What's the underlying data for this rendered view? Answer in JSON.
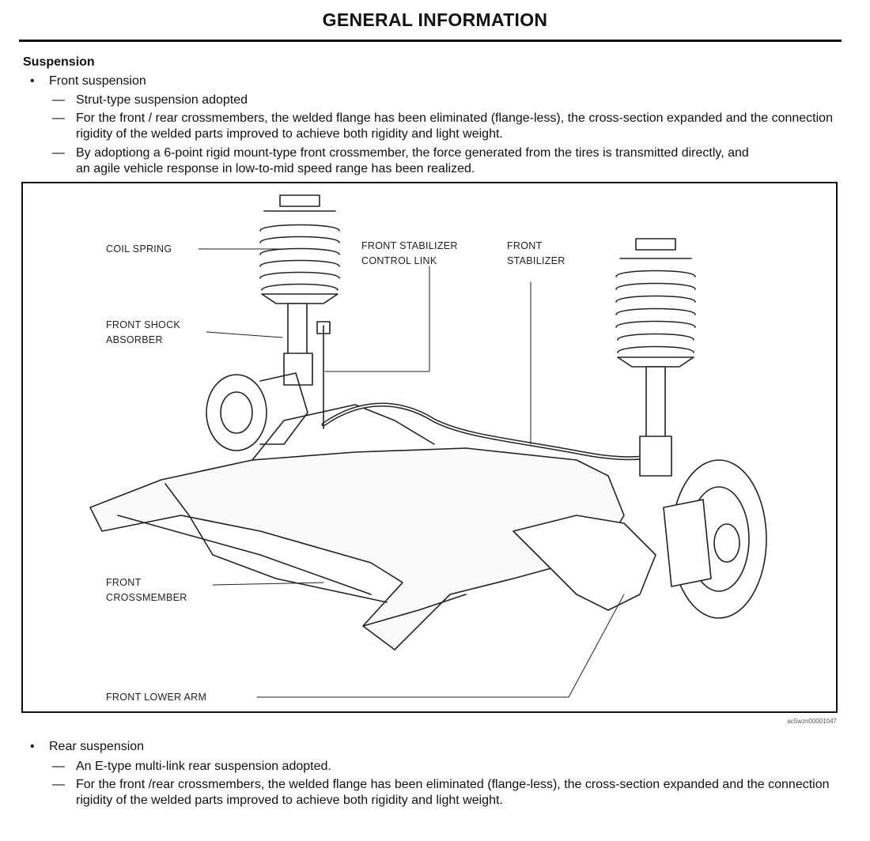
{
  "header": {
    "title": "GENERAL INFORMATION"
  },
  "section": {
    "heading": "Suspension"
  },
  "front": {
    "bullet": "Front suspension",
    "items": [
      "Strut-type suspension adopted",
      "For the front / rear crossmembers, the welded flange has been eliminated (flange-less), the cross-section expanded and the connection rigidity of the welded parts improved to achieve both rigidity and light weight.",
      "By adoptiong a 6-point rigid mount-type front crossmember, the force generated from the tires is transmitted directly, and an agile vehicle response in low-to-mid speed range has been realized."
    ]
  },
  "figure": {
    "labels": {
      "coil_spring": "COIL SPRING",
      "shock_1": "FRONT SHOCK",
      "shock_2": "ABSORBER",
      "link_1": "FRONT STABILIZER",
      "link_2": "CONTROL LINK",
      "stab_1": "FRONT",
      "stab_2": "STABILIZER",
      "cross_1": "FRONT",
      "cross_2": "CROSSMEMBER",
      "lower_arm": "FRONT LOWER ARM"
    },
    "id": "ac5wzn00001047"
  },
  "rear": {
    "bullet": "Rear suspension",
    "items": [
      "An E-type multi-link rear suspension adopted.",
      "For the front /rear crossmembers, the welded flange has been eliminated (flange-less), the cross-section expanded and the connection rigidity of the welded parts improved to achieve both rigidity and light weight."
    ]
  }
}
